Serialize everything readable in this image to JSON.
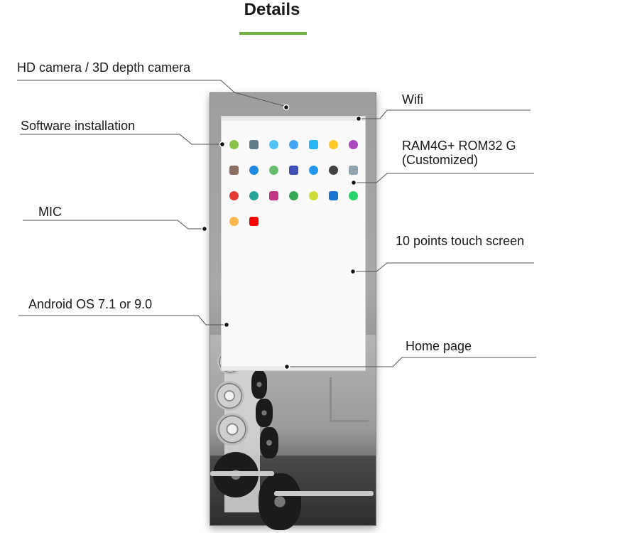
{
  "header": {
    "title": "Details"
  },
  "colors": {
    "accent": "#6fb13a"
  },
  "callouts": {
    "hd_camera": "HD camera / 3D depth camera",
    "software": "Software installation",
    "mic": "MIC",
    "android": "Android OS 7.1 or 9.0",
    "wifi": "Wifi",
    "ram_line1": "RAM4G+ ROM32 G",
    "ram_line2": "(Customized)",
    "touch": "10 points touch screen",
    "home": "Home page"
  },
  "apps": [
    {
      "icon": "app-store-icon",
      "color": "#8bc34a"
    },
    {
      "icon": "calculator-icon",
      "color": "#607d8b"
    },
    {
      "icon": "camera-icon",
      "color": "#4fc3f7"
    },
    {
      "icon": "contacts-icon",
      "color": "#42a5f5"
    },
    {
      "icon": "downloads-icon",
      "color": "#29b6f6"
    },
    {
      "icon": "files-icon",
      "color": "#ffca28"
    },
    {
      "icon": "gallery-icon",
      "color": "#ab47bc"
    },
    {
      "icon": "game-icon",
      "color": "#8d6e63"
    },
    {
      "icon": "browser-icon",
      "color": "#1e88e5"
    },
    {
      "icon": "recycle-icon",
      "color": "#66bb6a"
    },
    {
      "icon": "music-icon",
      "color": "#3f51b5"
    },
    {
      "icon": "phone-icon",
      "color": "#2196f3"
    },
    {
      "icon": "penguin-icon",
      "color": "#424242"
    },
    {
      "icon": "settings-icon",
      "color": "#90a4ae"
    },
    {
      "icon": "recorder-icon",
      "color": "#e53935"
    },
    {
      "icon": "video-icon",
      "color": "#26a69a"
    },
    {
      "icon": "instagram-icon",
      "color": "#c13584"
    },
    {
      "icon": "play-store-icon",
      "color": "#34a853"
    },
    {
      "icon": "wechat-icon",
      "color": "#cddc39"
    },
    {
      "icon": "chat-icon",
      "color": "#1976d2"
    },
    {
      "icon": "whatsapp-icon",
      "color": "#25d366"
    },
    {
      "icon": "alarm-icon",
      "color": "#ffb74d"
    },
    {
      "icon": "youtube-icon",
      "color": "#ff0000"
    }
  ]
}
